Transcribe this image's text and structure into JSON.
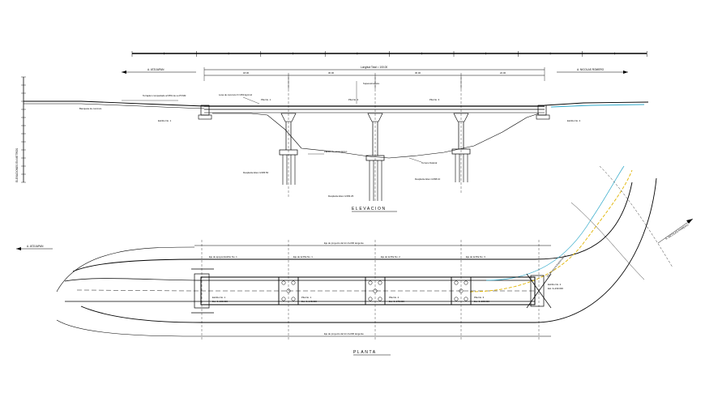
{
  "elevation": {
    "left_direction": "A. ATZIJAPAN",
    "right_direction": "A. NICOLAS ROMERO",
    "left_vertical_axis_label": "ELEVACIONES EN METROS",
    "total_length_label": "Longitud Total = 100.00",
    "span_labels": [
      "18.00",
      "30.00",
      "30.00",
      "22.00"
    ],
    "callouts": [
      "Terraplen compactado al 95% de su PVSM",
      "Banqueta de concreto",
      "Losa de concreto f'c=250 kg/cm2",
      "Superestructura",
      "Pila No. 1",
      "Pila No. 2",
      "Pila No. 3",
      "Estribo No. 1",
      "Estribo No. 2",
      "Zapata de cimentacion",
      "Terreno Natural",
      "Desplante Elev.=2165.50",
      "Desplante Elev.=2156.25",
      "Desplante Elev.=2158.10"
    ],
    "title": "ELEVACION"
  },
  "plan": {
    "left_direction": "A. ATZIJAPAN",
    "right_direction": "A. NICOLAS ROMERO",
    "top_axis_label": "Eje de proyecto del km 0+000 tangente",
    "bottom_axis_label": "Eje de proyecto del km 0+000 tangente",
    "support_labels": [
      "Estribo No. 1",
      "Pila No. 1",
      "Pila No. 2",
      "Pila No. 3",
      "Estribo No. 2"
    ],
    "station_labels": [
      "Est. 0+130.000",
      "Est. 0+148.000",
      "Est. 0+178.000",
      "Est. 0+208.000",
      "Est. 0+230.000"
    ],
    "axis_callouts": [
      "Eje de apoyos Estribo No. 1",
      "Eje de la Pila No. 1",
      "Eje de la Pila No. 2",
      "Eje de la Pila No. 3",
      "Eje de apoyos Estribo No. 2"
    ],
    "title": "PLANTA"
  },
  "colors": {
    "ink": "#000000",
    "highlight_line": "#e0b400",
    "accent_line": "#2ea8c9"
  }
}
